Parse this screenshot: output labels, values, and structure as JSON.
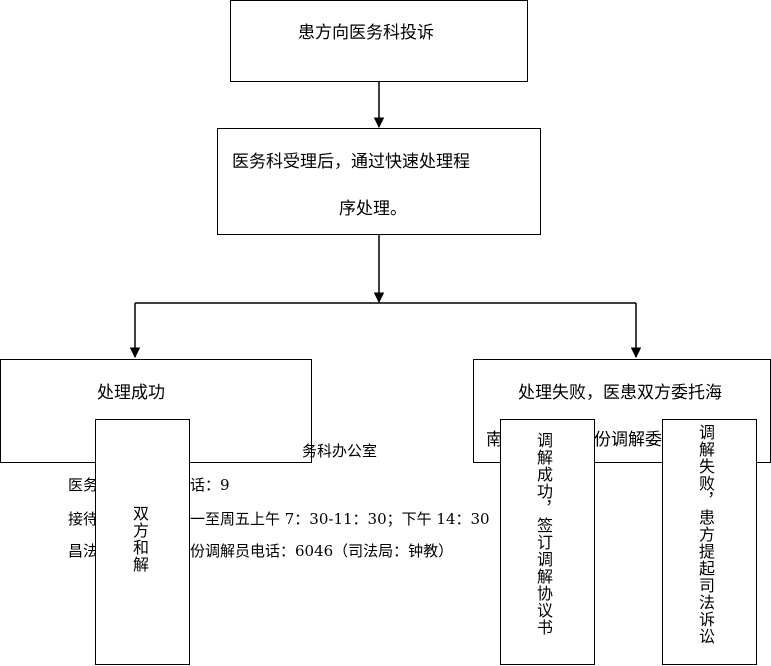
{
  "nodes": {
    "complaint": "患方向医务科投诉",
    "accept_line1": "医务科受理后，通过快速处理程",
    "accept_line2": "序处理。",
    "success": "处理成功",
    "failure_line1": "处理失败，医患双方委托海",
    "failure_line2": "南",
    "failure_line2_tail": "份调解委",
    "mutual": "双方和解",
    "mediation_success": "调解成功，签订调解协议书",
    "mediation_failure": "调解失败，患方提起司法诉讼"
  },
  "info": {
    "office_tail": "务科办公室",
    "line1_head": "医务",
    "line1_tail": "话：9",
    "line2_head": "接待",
    "line2_tail": "一至周五上午 7：30-11：30；下午 14：30",
    "line3_head": "昌法",
    "line3_tail": "份调解员电话：6046（司法局：钟教）"
  }
}
